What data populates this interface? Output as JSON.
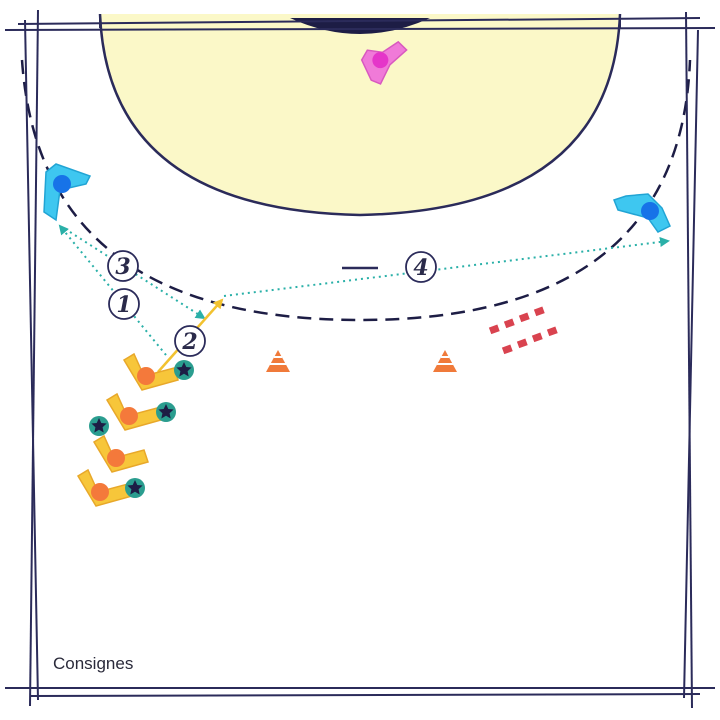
{
  "caption": "Consignes",
  "steps": [
    "1",
    "2",
    "3",
    "4"
  ],
  "colors": {
    "court_line": "#2b2b5a",
    "goal_area": "#fbf8c8",
    "goalkeeper": "#f07ad8",
    "wing_player": "#3ec7f0",
    "attacker": "#f7c63a",
    "attacker_body": "#f4793b",
    "ball": "#2a9d8f",
    "pass_arrow": "#2ab0a8",
    "run_arrow": "#f2c230",
    "cone": "#f07a3a",
    "marker": "#d9434f"
  },
  "icons": {
    "goalkeeper": "goalkeeper-icon",
    "wing": "wing-player-icon",
    "attacker": "attacker-icon",
    "ball": "ball-icon",
    "cone": "cone-icon"
  }
}
